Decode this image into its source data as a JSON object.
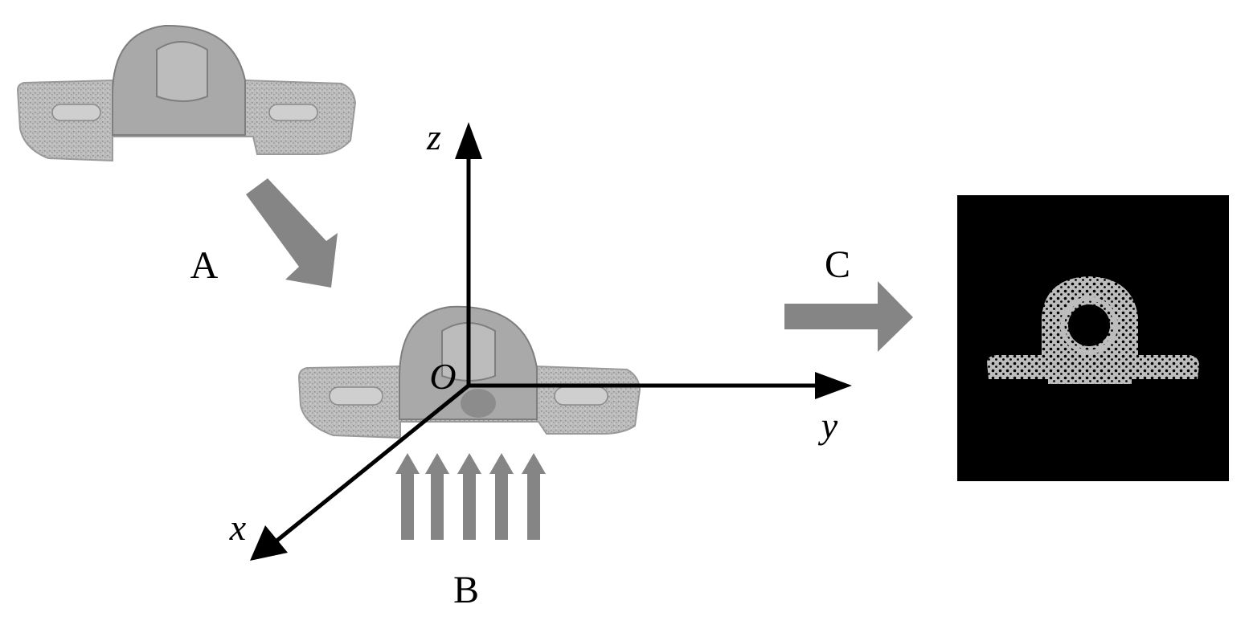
{
  "labels": {
    "step_a": "A",
    "step_b": "B",
    "step_c": "C"
  },
  "axes": {
    "z": "z",
    "y": "y",
    "x": "x",
    "origin": "O"
  },
  "colors": {
    "arrow_gray": "#858585",
    "object_gray": "#b4b4b4",
    "object_dark": "#7e7e7e",
    "projection_bg": "#000000",
    "projection_fg": "#bdbdbd",
    "axis": "#000000"
  }
}
